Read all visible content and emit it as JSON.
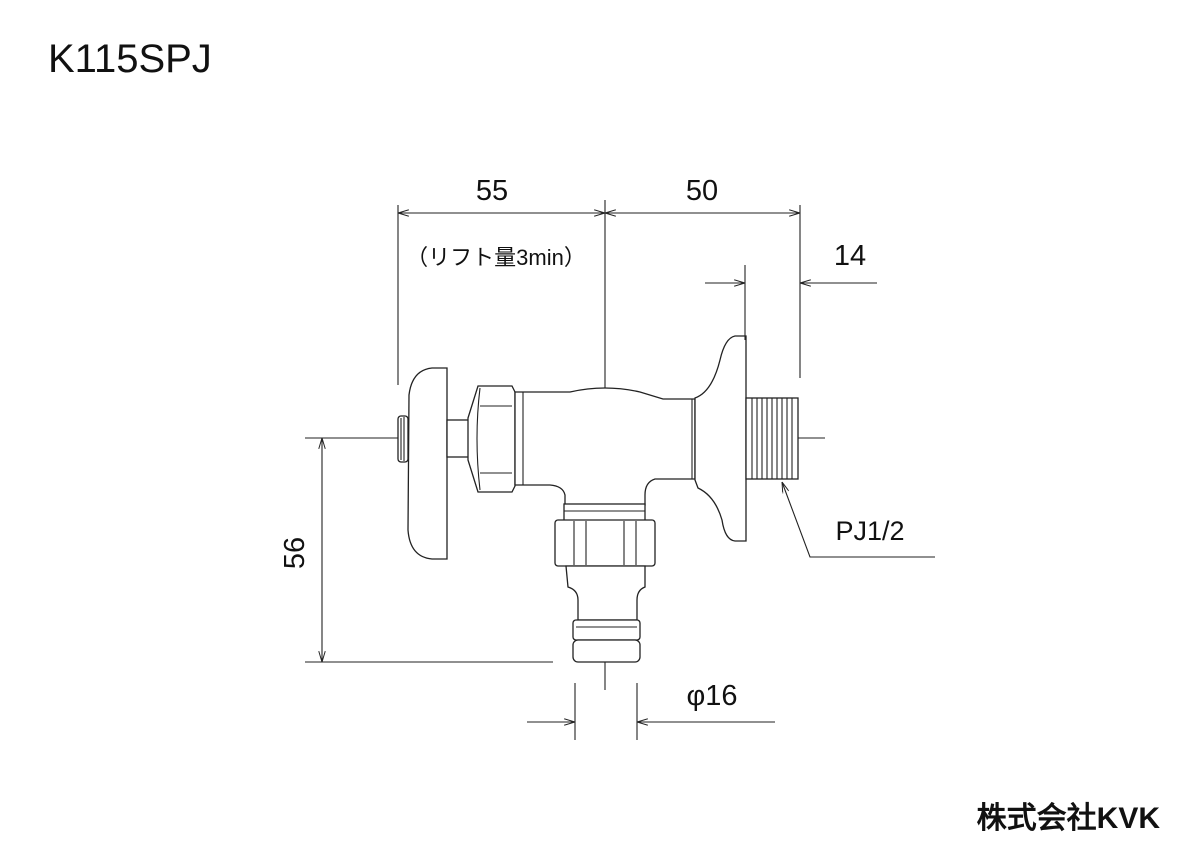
{
  "model": "K115SPJ",
  "dimensions": {
    "handle_to_center": "55",
    "lift_note": "（リフト量3min）",
    "center_to_end": "50",
    "thread_length": "14",
    "height": "56",
    "outlet_diameter": "φ16",
    "thread_spec": "PJ1/2"
  },
  "company": "株式会社KVK"
}
